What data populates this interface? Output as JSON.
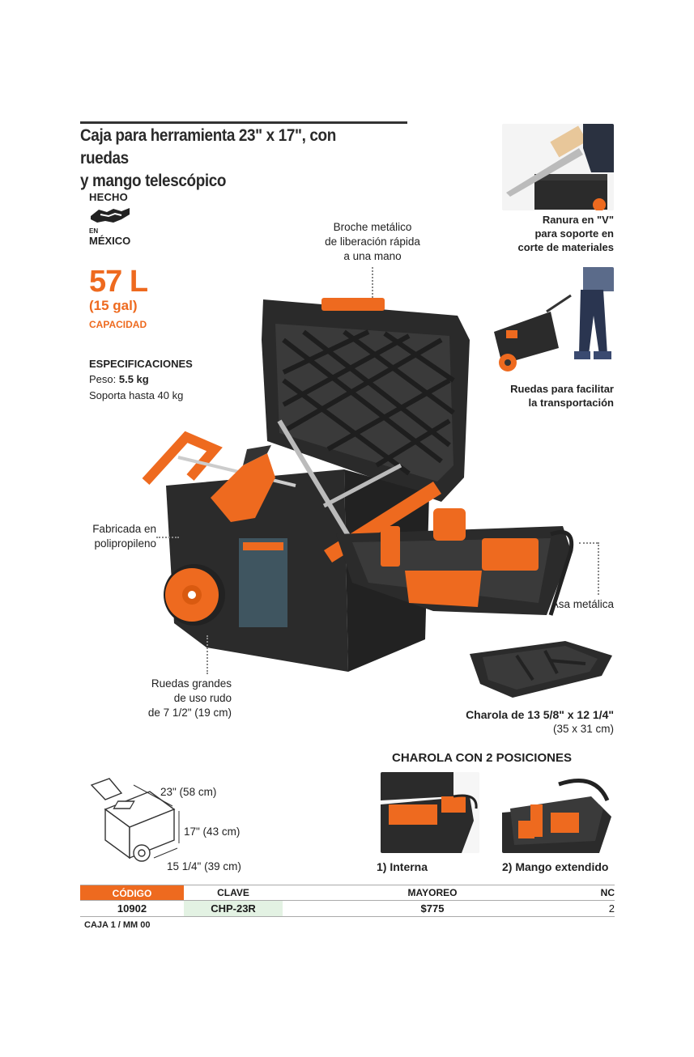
{
  "title": {
    "line1": "Caja para herramienta 23\" x 17\", con ruedas",
    "line2": "y mango telescópico"
  },
  "made_in": {
    "line1": "HECHO",
    "en": "EN",
    "line3": "MÉXICO"
  },
  "capacity": {
    "liters": "57 L",
    "gallons": "(15 gal)",
    "label": "CAPACIDAD"
  },
  "specs": {
    "heading": "ESPECIFICACIONES",
    "weight_label": "Peso: ",
    "weight_value": "5.5 kg",
    "load": "Soporta hasta 40 kg"
  },
  "callouts": {
    "latch": [
      "Broche metálico",
      "de liberación rápida",
      "a una mano"
    ],
    "material": [
      "Fabricada en",
      "polipropileno"
    ],
    "wheels": [
      "Ruedas grandes",
      "de uso rudo",
      "de 7 1/2\" (19 cm)"
    ],
    "handle": "Asa metálica",
    "vslot": [
      "Ranura en \"V\"",
      "para soporte en",
      "corte de materiales"
    ],
    "transport": [
      "Ruedas para facilitar",
      "la transportación"
    ],
    "tray_size": "Charola de 13 5/8\" x 12 1/4\"",
    "tray_size_cm": "(35 x 31 cm)"
  },
  "tray_positions": {
    "heading": "CHAROLA CON 2 POSICIONES",
    "pos1": "1) Interna",
    "pos2": "2) Mango extendido"
  },
  "dimensions": {
    "length": "23\" (58 cm)",
    "height": "17\" (43 cm)",
    "width": "15 1/4\" (39 cm)"
  },
  "table": {
    "headers": [
      "CÓDIGO",
      "CLAVE",
      "MAYOREO",
      "NC"
    ],
    "row": [
      "10902",
      "CHP-23R",
      "$775",
      "2"
    ]
  },
  "footer": "CAJA 1 / MM 00",
  "colors": {
    "accent": "#ee6a1f",
    "box": "#2b2b2b",
    "clave_bg": "#e3f2e3"
  }
}
